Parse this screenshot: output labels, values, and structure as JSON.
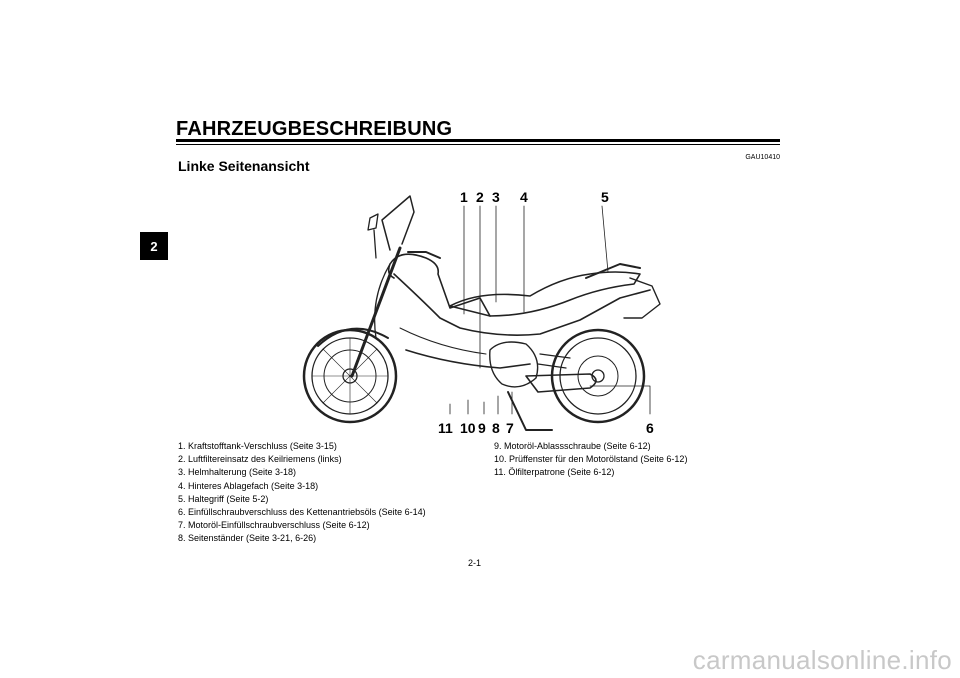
{
  "chapter": "2",
  "header": {
    "title": "FAHRZEUGBESCHREIBUNG",
    "code": "GAU10410"
  },
  "section": {
    "heading": "Linke Seitenansicht"
  },
  "callouts": [
    "1",
    "2",
    "3",
    "4",
    "5",
    "6",
    "7",
    "8",
    "9",
    "10",
    "11"
  ],
  "parts_col1": [
    "1. Kraftstofftank-Verschluss (Seite 3-15)",
    "2. Luftfiltereinsatz des Keilriemens (links)",
    "3. Helmhalterung (Seite 3-18)",
    "4. Hinteres Ablagefach (Seite 3-18)",
    "5. Haltegriff (Seite 5-2)",
    "6. Einfüllschraubverschluss des Kettenantriebsöls (Seite 6-14)",
    "7. Motoröl-Einfüllschraubverschluss (Seite 6-12)",
    "8. Seitenständer (Seite 3-21, 6-26)"
  ],
  "parts_col2": [
    "9. Motoröl-Ablassschraube (Seite 6-12)",
    "10. Prüffenster für den Motorölstand (Seite 6-12)",
    "11. Ölfilterpatrone (Seite 6-12)"
  ],
  "footer": {
    "page_number": "2-1"
  },
  "watermark": "carmanualsonline.info"
}
